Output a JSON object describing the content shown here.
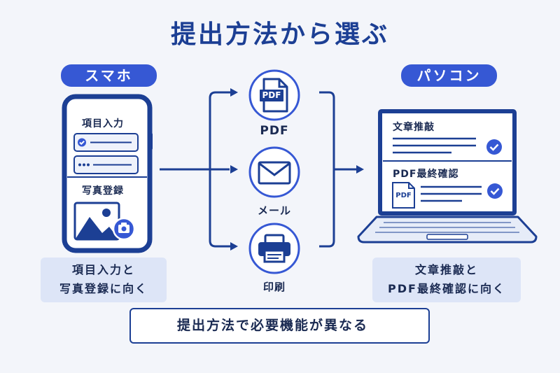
{
  "title": "提出方法から選ぶ",
  "smartphone": {
    "badge": "スマホ",
    "section1": "項目入力",
    "section2": "写真登録",
    "note_line1": "項目入力と",
    "note_line2": "写真登録に向く"
  },
  "methods": [
    {
      "label": "PDF",
      "icon": "pdf-file-icon",
      "icon_text": "PDF"
    },
    {
      "label": "メール",
      "icon": "envelope-icon"
    },
    {
      "label": "印刷",
      "icon": "printer-icon"
    }
  ],
  "pc": {
    "badge": "パソコン",
    "section1": "文章推敲",
    "section2": "PDF最終確認",
    "pdf_icon_text": "PDF",
    "note_line1": "文章推敲と",
    "note_line2": "PDF最終確認に向く"
  },
  "bottom": "提出方法で必要機能が異なる",
  "colors": {
    "primary": "#1c3f94",
    "accent": "#3658d4",
    "background": "#f3f5fa",
    "note_bg": "#dde5f7"
  }
}
